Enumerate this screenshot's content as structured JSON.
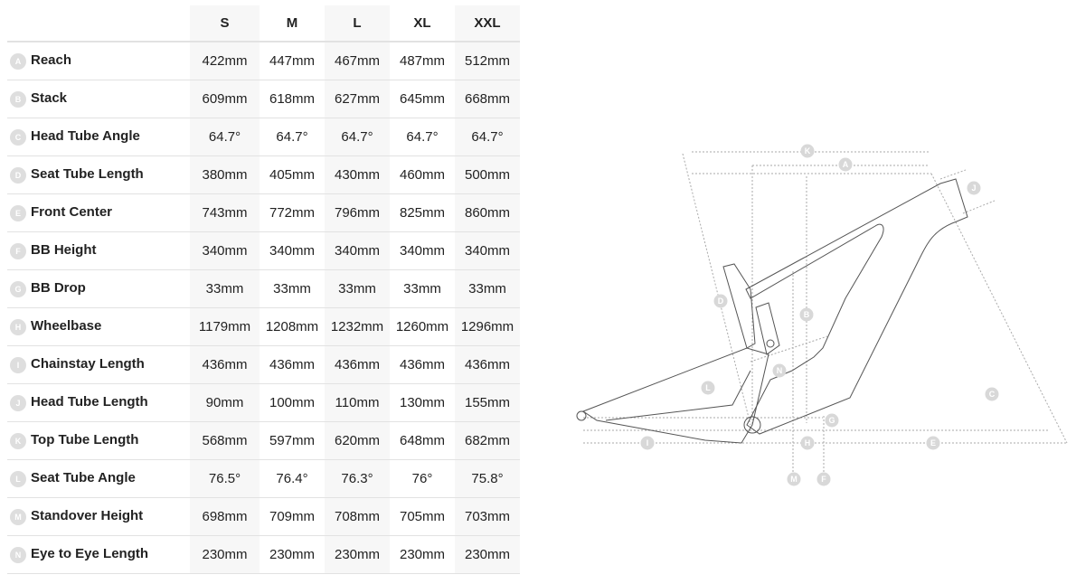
{
  "sizes": [
    "S",
    "M",
    "L",
    "XL",
    "XXL"
  ],
  "rows": [
    {
      "letter": "A",
      "label": "Reach",
      "values": [
        "422mm",
        "447mm",
        "467mm",
        "487mm",
        "512mm"
      ]
    },
    {
      "letter": "B",
      "label": "Stack",
      "values": [
        "609mm",
        "618mm",
        "627mm",
        "645mm",
        "668mm"
      ]
    },
    {
      "letter": "C",
      "label": "Head Tube Angle",
      "values": [
        "64.7°",
        "64.7°",
        "64.7°",
        "64.7°",
        "64.7°"
      ]
    },
    {
      "letter": "D",
      "label": "Seat Tube Length",
      "values": [
        "380mm",
        "405mm",
        "430mm",
        "460mm",
        "500mm"
      ]
    },
    {
      "letter": "E",
      "label": "Front Center",
      "values": [
        "743mm",
        "772mm",
        "796mm",
        "825mm",
        "860mm"
      ]
    },
    {
      "letter": "F",
      "label": "BB Height",
      "values": [
        "340mm",
        "340mm",
        "340mm",
        "340mm",
        "340mm"
      ]
    },
    {
      "letter": "G",
      "label": "BB Drop",
      "values": [
        "33mm",
        "33mm",
        "33mm",
        "33mm",
        "33mm"
      ]
    },
    {
      "letter": "H",
      "label": "Wheelbase",
      "values": [
        "1179mm",
        "1208mm",
        "1232mm",
        "1260mm",
        "1296mm"
      ]
    },
    {
      "letter": "I",
      "label": "Chainstay Length",
      "values": [
        "436mm",
        "436mm",
        "436mm",
        "436mm",
        "436mm"
      ]
    },
    {
      "letter": "J",
      "label": "Head Tube Length",
      "values": [
        "90mm",
        "100mm",
        "110mm",
        "130mm",
        "155mm"
      ]
    },
    {
      "letter": "K",
      "label": "Top Tube Length",
      "values": [
        "568mm",
        "597mm",
        "620mm",
        "648mm",
        "682mm"
      ]
    },
    {
      "letter": "L",
      "label": "Seat Tube Angle",
      "values": [
        "76.5°",
        "76.4°",
        "76.3°",
        "76°",
        "75.8°"
      ]
    },
    {
      "letter": "M",
      "label": "Standover Height",
      "values": [
        "698mm",
        "709mm",
        "708mm",
        "705mm",
        "703mm"
      ]
    },
    {
      "letter": "N",
      "label": "Eye to Eye Length",
      "values": [
        "230mm",
        "230mm",
        "230mm",
        "230mm",
        "230mm"
      ]
    }
  ],
  "diagram_labels": [
    "K",
    "A",
    "J",
    "D",
    "B",
    "N",
    "L",
    "C",
    "G",
    "I",
    "H",
    "E",
    "M",
    "F"
  ]
}
